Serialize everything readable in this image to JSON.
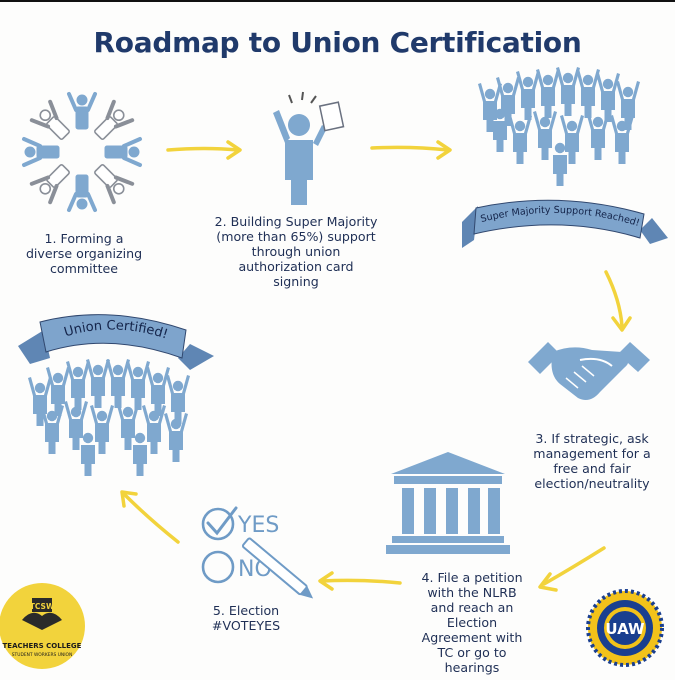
{
  "title": "Roadmap to Union Certification",
  "steps": [
    {
      "text": "1. Forming a\ndiverse organizing\ncommittee"
    },
    {
      "text": "2. Building Super Majority\n(more than 65%) support\nthrough union\nauthorization card\nsigning"
    },
    {
      "text": "3. If strategic, ask\nmanagement for a\nfree and fair\nelection/neutrality"
    },
    {
      "text": "4. File a petition\nwith the NLRB\nand reach an\nElection\nAgreement with\nTC or go to\nhearings"
    },
    {
      "text": "5. Election\n#VOTEYES"
    }
  ],
  "banners": {
    "super_majority": "Super Majority Support Reached!",
    "certified": "Union Certified!"
  },
  "ballot": {
    "yes": "YES",
    "no": "NO"
  },
  "logos": {
    "tcsw_abbrev": "TCSW",
    "tcsw_name": "TEACHERS COLLEGE",
    "tcsw_sub": "STUDENT WORKERS UNION",
    "uaw": "UAW"
  },
  "colors": {
    "title": "#203a6b",
    "figure_blue": "#7fa8cf",
    "banner_blue": "#7ea4cc",
    "arrow_yellow": "#f2d33c",
    "text": "#1f2f55"
  }
}
